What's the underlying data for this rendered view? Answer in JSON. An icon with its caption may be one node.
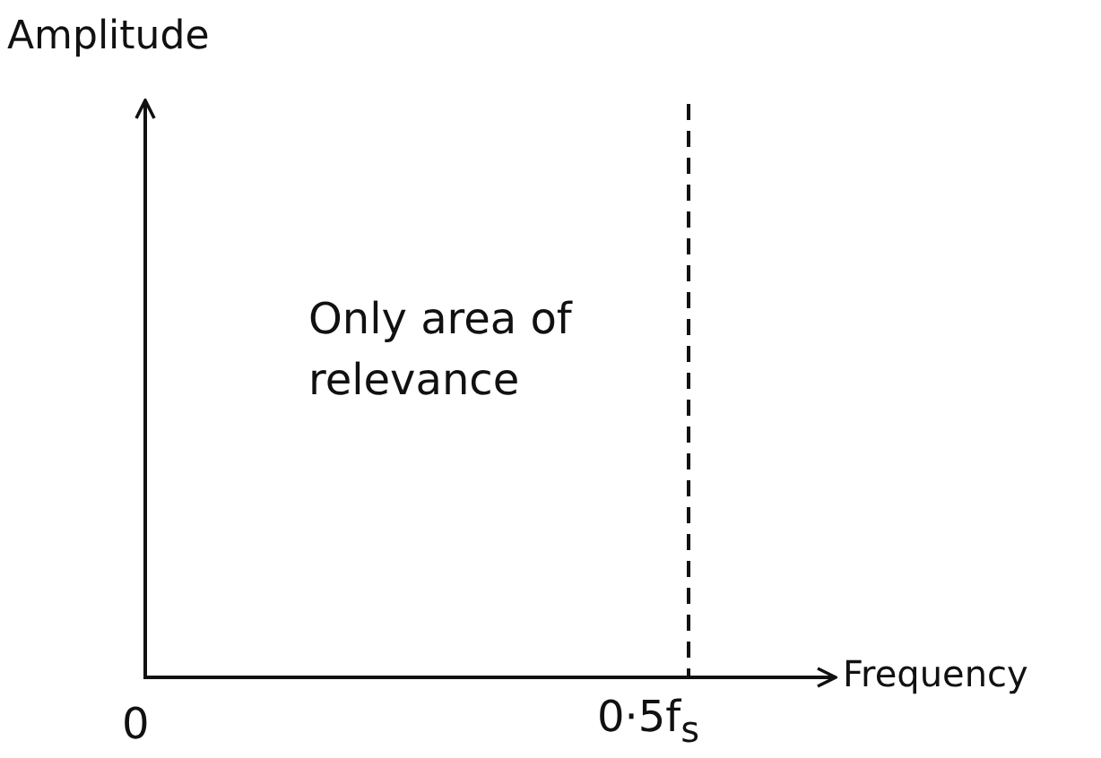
{
  "diagram": {
    "labels": [
      "Amplitude",
      "Only area of relevance",
      "Frequency",
      "0",
      "0·5f$_{s}$"
    ]
  }
}
